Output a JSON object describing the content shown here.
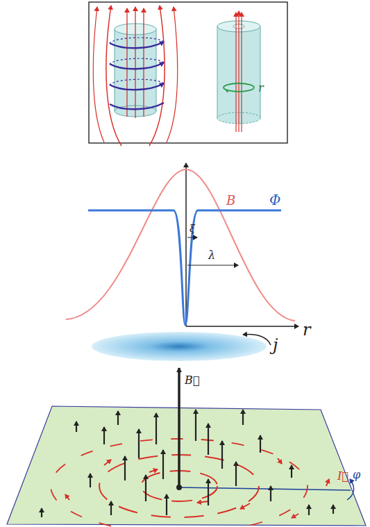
{
  "diagram": {
    "labels": [
      "r",
      "B",
      "Φ",
      "ξ",
      "λ",
      "r",
      "j",
      "B⃗",
      "φ",
      "I⃗"
    ]
  }
}
